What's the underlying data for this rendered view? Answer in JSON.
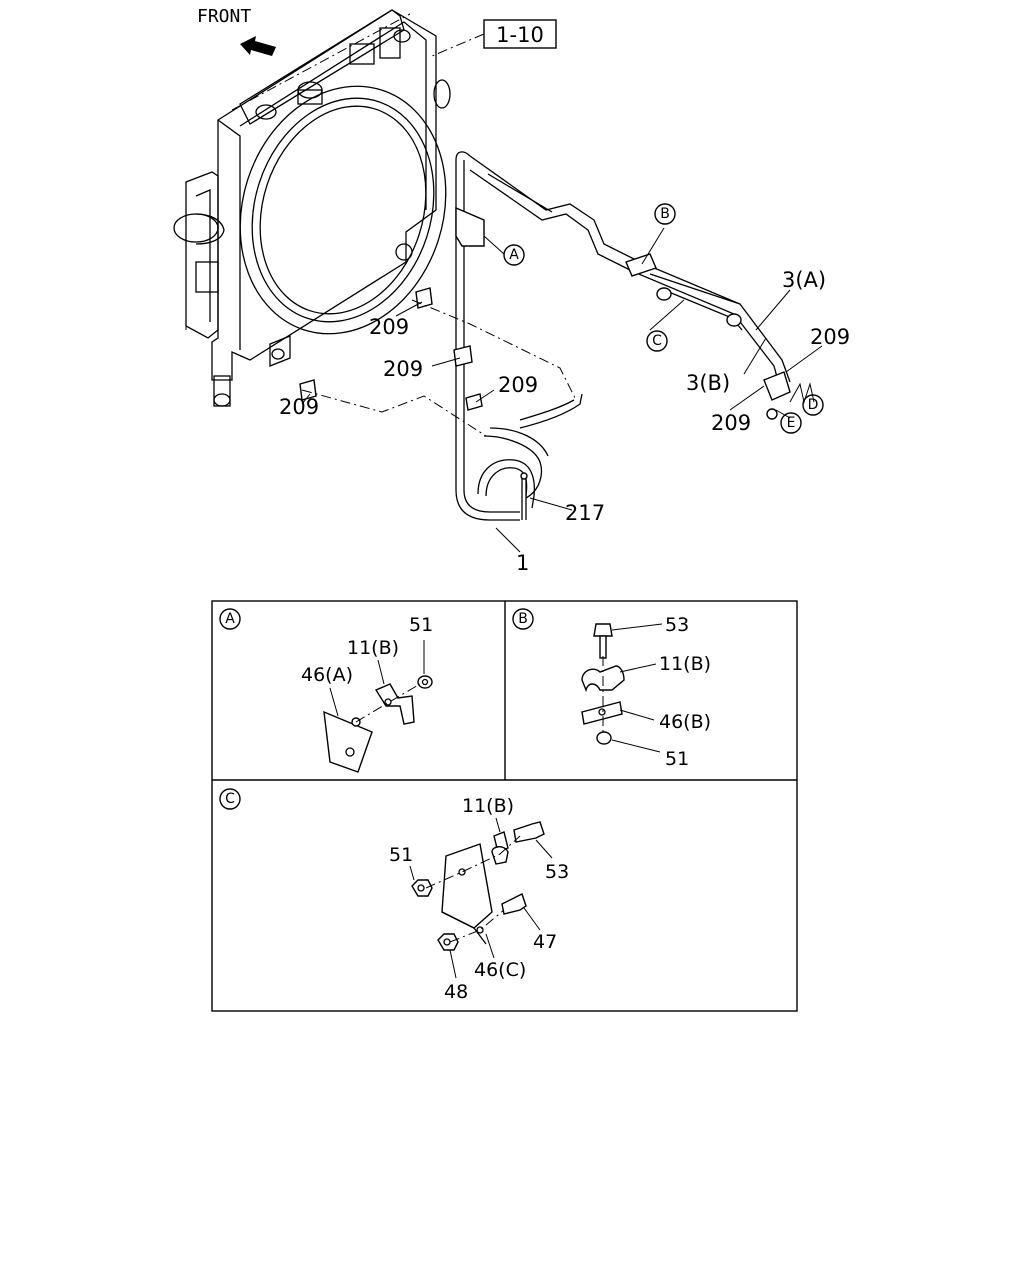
{
  "diagram": {
    "front_label": "FRONT",
    "ref_box": "1-10",
    "callouts": {
      "c209_left_low": "209",
      "c209_upper_mid": "209",
      "c209_mid": "209",
      "c209_mid_right": "209",
      "c209_right_top": "209",
      "c209_right_low": "209",
      "c217": "217",
      "c1": "1",
      "c3a": "3(A)",
      "c3b": "3(B)"
    },
    "markers": {
      "A_main": "A",
      "B_main": "B",
      "C_main": "C",
      "D_main": "D",
      "E_main": "E"
    }
  },
  "detail_A": {
    "tag": "A",
    "labels": {
      "p51": "51",
      "p11b": "11(B)",
      "p46a": "46(A)"
    }
  },
  "detail_B": {
    "tag": "B",
    "labels": {
      "p53": "53",
      "p11b": "11(B)",
      "p46b": "46(B)",
      "p51": "51"
    }
  },
  "detail_C": {
    "tag": "C",
    "labels": {
      "p11b": "11(B)",
      "p51": "51",
      "p53": "53",
      "p47": "47",
      "p46c": "46(C)",
      "p48": "48"
    }
  }
}
